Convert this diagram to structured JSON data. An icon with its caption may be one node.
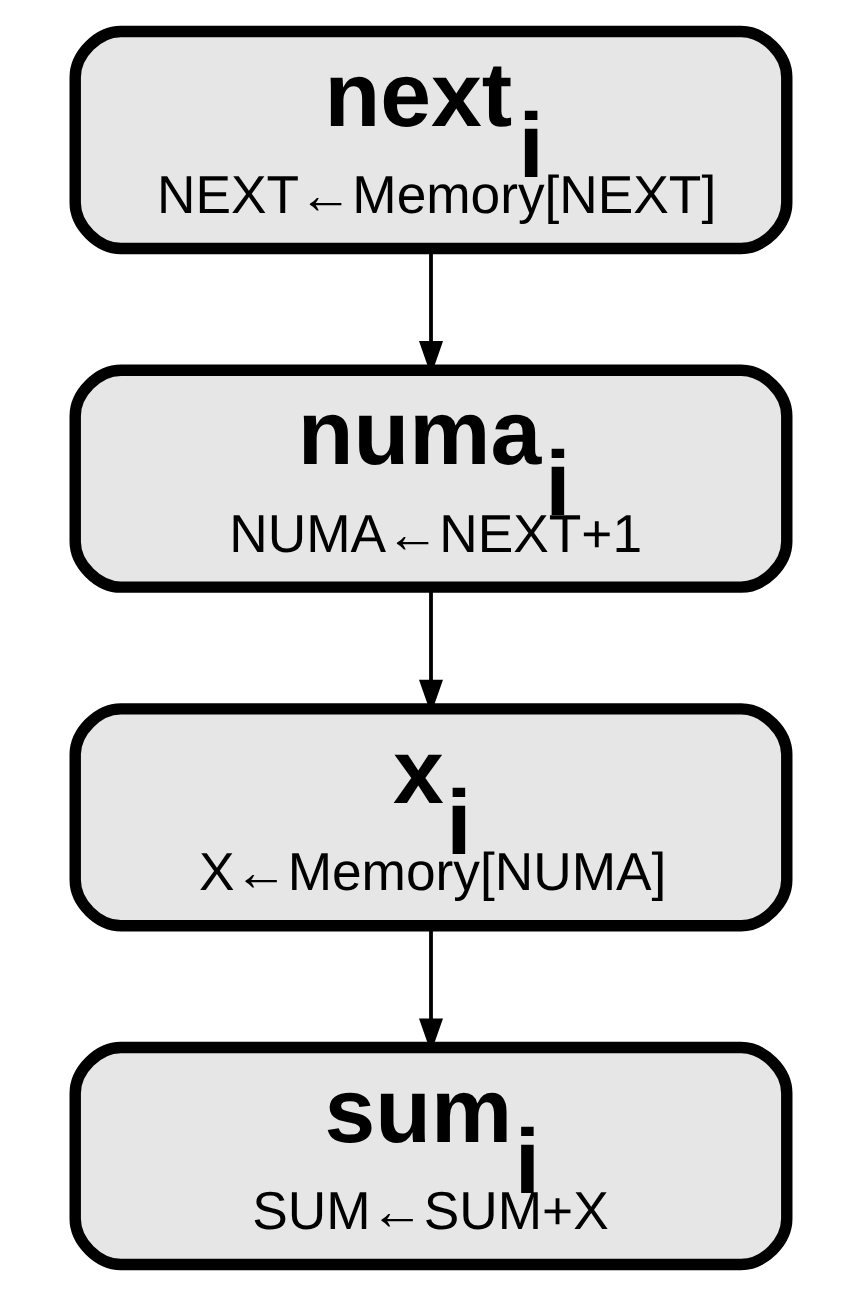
{
  "diagram": {
    "nodes": [
      {
        "text": [
          "next$_{i}$",
          "NEXT←Memory[NEXT]"
        ]
      },
      {
        "text": [
          "numa$_{i}$",
          "NUMA←NEXT+1"
        ]
      },
      {
        "text": [
          "x$_{i}$",
          "X←Memory[NUMA]"
        ]
      },
      {
        "text": [
          "sum$_{i}$",
          "SUM←SUM+X"
        ]
      }
    ],
    "edges": [
      {
        "from": 0,
        "to": 1,
        "arrow": "to"
      },
      {
        "from": 1,
        "to": 2,
        "arrow": "to"
      },
      {
        "from": 2,
        "to": 3,
        "arrow": "to"
      }
    ]
  }
}
